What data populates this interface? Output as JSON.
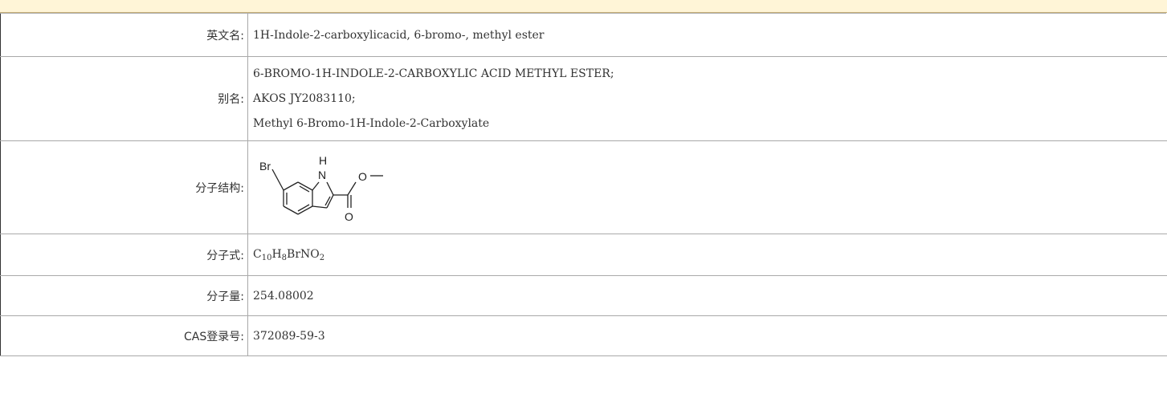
{
  "rows": {
    "english_name": {
      "label": "英文名:",
      "value": "1H-Indole-2-carboxylicacid, 6-bromo-, methyl ester"
    },
    "aliases": {
      "label": "别名:",
      "values": [
        "6-BROMO-1H-INDOLE-2-CARBOXYLIC ACID METHYL ESTER;",
        "AKOS JY2083110;",
        "Methyl 6-Bromo-1H-Indole-2-Carboxylate"
      ]
    },
    "structure": {
      "label": "分子结构:",
      "atoms": {
        "br": "Br",
        "h": "H",
        "n": "N",
        "o_ether": "O",
        "o_carbonyl": "O"
      }
    },
    "formula": {
      "label": "分子式:",
      "parts": {
        "c": "C",
        "c_n": "10",
        "h": "H",
        "h_n": "8",
        "brn": "BrN",
        "o": "O",
        "o_n": "2"
      }
    },
    "mol_weight": {
      "label": "分子量:",
      "value": "254.08002"
    },
    "cas": {
      "label": "CAS登录号:",
      "value": "372089-59-3"
    }
  }
}
